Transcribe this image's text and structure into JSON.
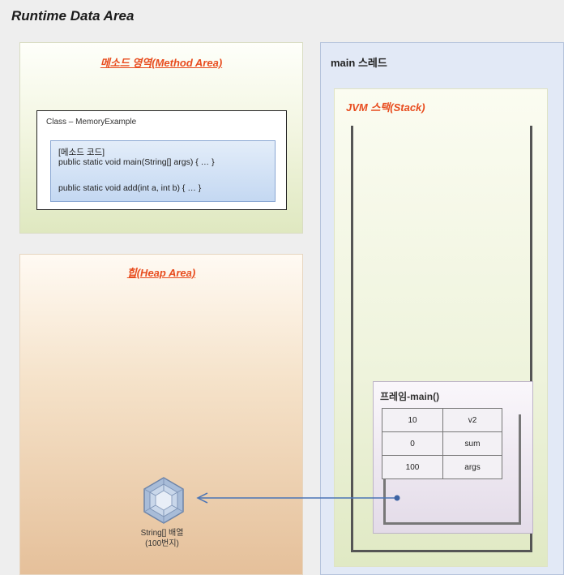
{
  "title": "Runtime Data Area",
  "method_area": {
    "label": "메소드 영역(Method Area)",
    "class_name": "Class – MemoryExample",
    "method_code_label": "[메소드 코드]",
    "methods": [
      "public static void main(String[] args) { … }",
      "public static void add(int a, int b) { … }"
    ]
  },
  "heap_area": {
    "label": "힙(Heap Area)",
    "object_label_line1": "String[] 배열",
    "object_label_line2": "(100번지)"
  },
  "thread": {
    "label": "main 스레드",
    "stack_label": "JVM 스택(Stack)",
    "frame": {
      "label": "프레임-main()",
      "variables": [
        {
          "value": "10",
          "name": "v2"
        },
        {
          "value": "0",
          "name": "sum"
        },
        {
          "value": "100",
          "name": "args"
        }
      ]
    }
  },
  "colors": {
    "heading_accent": "#e84c1e",
    "reference_arrow": "#4a74b5"
  },
  "icons": {
    "heap_object": "hexagon-object-icon"
  }
}
